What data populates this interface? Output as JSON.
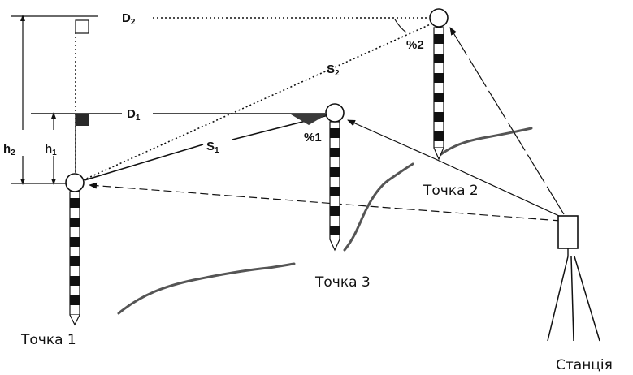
{
  "labels": {
    "d2": "D",
    "d2_sub": "2",
    "d1": "D",
    "d1_sub": "1",
    "s2": "S",
    "s2_sub": "2",
    "s1": "S",
    "s1_sub": "1",
    "h2": "h",
    "h2_sub": "2",
    "h1": "h",
    "h1_sub": "1",
    "pct1": "%1",
    "pct2": "%2"
  },
  "points": {
    "point1": "Точка 1",
    "point2": "Точка 2",
    "point3": "Точка 3",
    "station": "Станція"
  },
  "colors": {
    "ink": "#111111",
    "terrain": "#555555",
    "background": "#ffffff"
  }
}
